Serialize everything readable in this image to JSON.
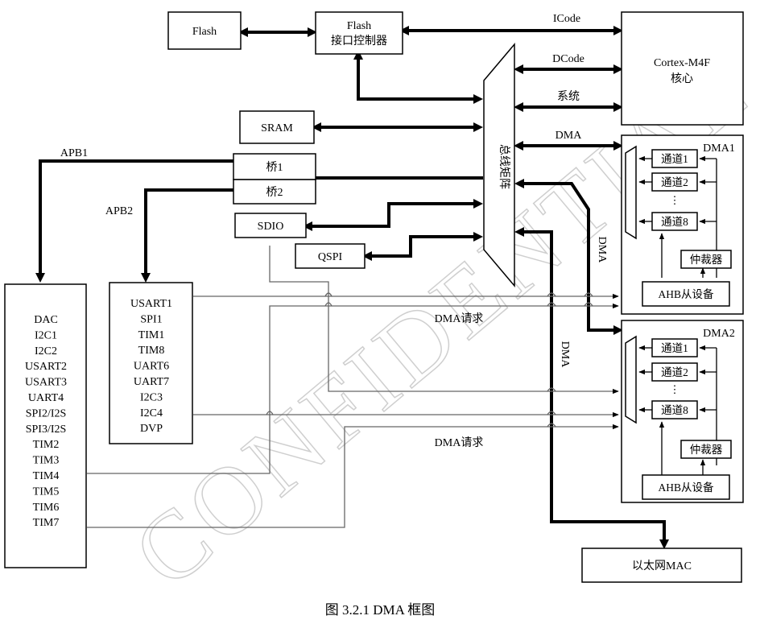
{
  "blocks": {
    "flash": "Flash",
    "flash_ctrl_line1": "Flash",
    "flash_ctrl_line2": "接口控制器",
    "cortex_line1": "Cortex-M4F",
    "cortex_line2": "核心",
    "sram": "SRAM",
    "bridge1": "桥1",
    "bridge2": "桥2",
    "sdio": "SDIO",
    "qspi": "QSPI",
    "bus_matrix": "总线矩阵",
    "ethernet_mac": "以太网MAC"
  },
  "bus_labels": {
    "icode": "ICode",
    "dcode": "DCode",
    "system": "系统",
    "dma": "DMA",
    "apb1": "APB1",
    "apb2": "APB2",
    "dma_vertical_1": "DMA",
    "dma_vertical_2": "DMA",
    "dma_request_1": "DMA请求",
    "dma_request_2": "DMA请求"
  },
  "apb1_peripherals": [
    "DAC",
    "I2C1",
    "I2C2",
    "USART2",
    "USART3",
    "UART4",
    "SPI2/I2S",
    "SPI3/I2S",
    "TIM2",
    "TIM3",
    "TIM4",
    "TIM5",
    "TIM6",
    "TIM7"
  ],
  "apb2_peripherals": [
    "USART1",
    "SPI1",
    "TIM1",
    "TIM8",
    "UART6",
    "UART7",
    "I2C3",
    "I2C4",
    "DVP"
  ],
  "dma1": {
    "title": "DMA1",
    "channels": [
      "通道1",
      "通道2",
      "通道8"
    ],
    "dots": "⋮",
    "arbiter": "仲裁器",
    "ahb_slave": "AHB从设备"
  },
  "dma2": {
    "title": "DMA2",
    "channels": [
      "通道1",
      "通道2",
      "通道8"
    ],
    "dots": "⋮",
    "arbiter": "仲裁器",
    "ahb_slave": "AHB从设备"
  },
  "watermark": "CONFIDENTIAL",
  "caption": "图 3.2.1 DMA 框图"
}
